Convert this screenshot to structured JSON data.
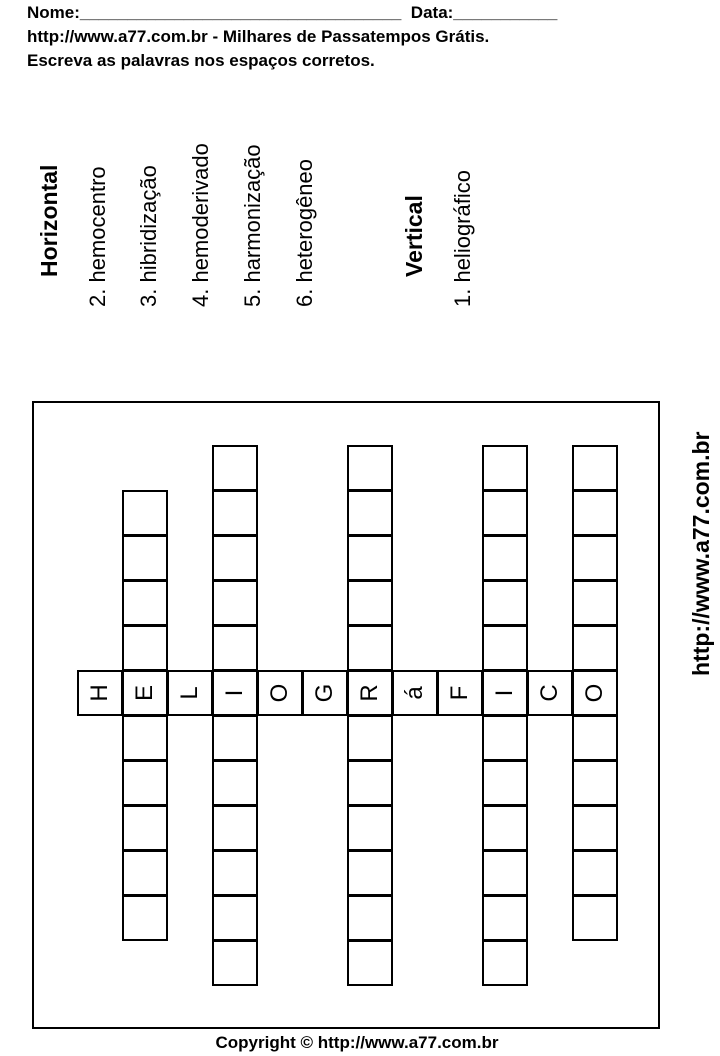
{
  "header": {
    "line1": "Nome:__________________________________  Data:___________",
    "line2": "http://www.a77.com.br - Milhares de Passatempos Grátis.",
    "line3": "Escreva as palavras nos espaços corretos."
  },
  "clues": {
    "horizontal_title": "Horizontal",
    "horizontal": [
      "2. hemocentro",
      "3. hibridização",
      "4. hemoderivado",
      "5. harmonização",
      "6. heterogêneo"
    ],
    "vertical_title": "Vertical",
    "vertical": [
      "1. heliográfico"
    ]
  },
  "puzzle": {
    "letters": [
      "H",
      "E",
      "L",
      "I",
      "O",
      "G",
      "R",
      "á",
      "F",
      "I",
      "C",
      "O"
    ]
  },
  "side_text": "http://www.a77.com.br",
  "footer": "Copyright © http://www.a77.com.br"
}
